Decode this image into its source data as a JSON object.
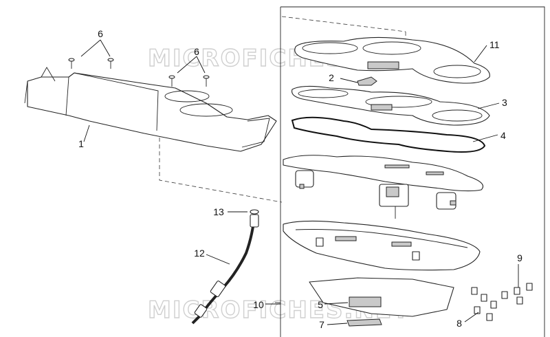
{
  "watermark": "MICROFICHES.NET",
  "callouts": {
    "c1": "1",
    "c2": "2",
    "c3": "3",
    "c4": "4",
    "c5": "5",
    "c6a": "6",
    "c6b": "6",
    "c7": "7",
    "c8": "8",
    "c9": "9",
    "c10": "10",
    "c11": "11",
    "c12": "12",
    "c13": "13"
  },
  "colors": {
    "line": "#222222",
    "watermark": "#cfcfcf",
    "shade": "#c9c9c9"
  }
}
